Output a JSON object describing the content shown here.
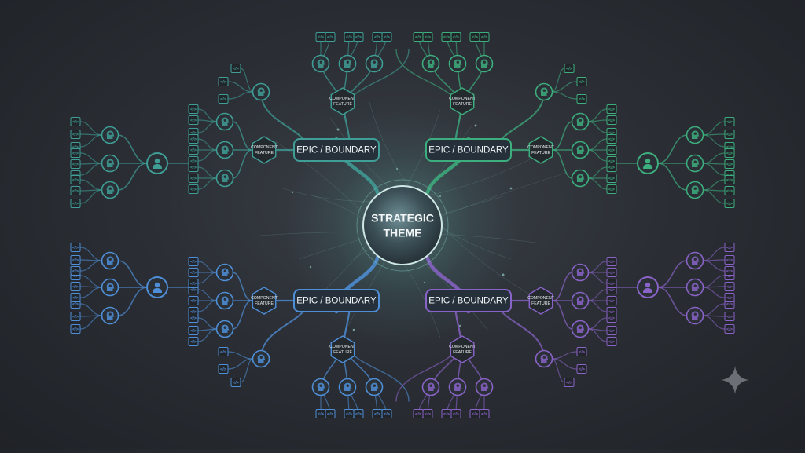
{
  "center": {
    "label_line1": "STRATEGIC",
    "label_line2": "THEME"
  },
  "epic_label": "EPIC / BOUNDARY",
  "feature_label_line1": "COMPONENT",
  "feature_label_line2": "FEATURE",
  "task_glyph": "</>",
  "colors": {
    "teal": "#3f9e96",
    "green": "#3dae7e",
    "blue": "#4f8fd8",
    "purple": "#8a63c8",
    "background": "#2b2f35"
  },
  "icons": {
    "center": "sphere-icon",
    "person": "person-icon",
    "head": "head-gear-icon",
    "task": "code-tag-icon",
    "sparkle": "sparkle-icon"
  }
}
